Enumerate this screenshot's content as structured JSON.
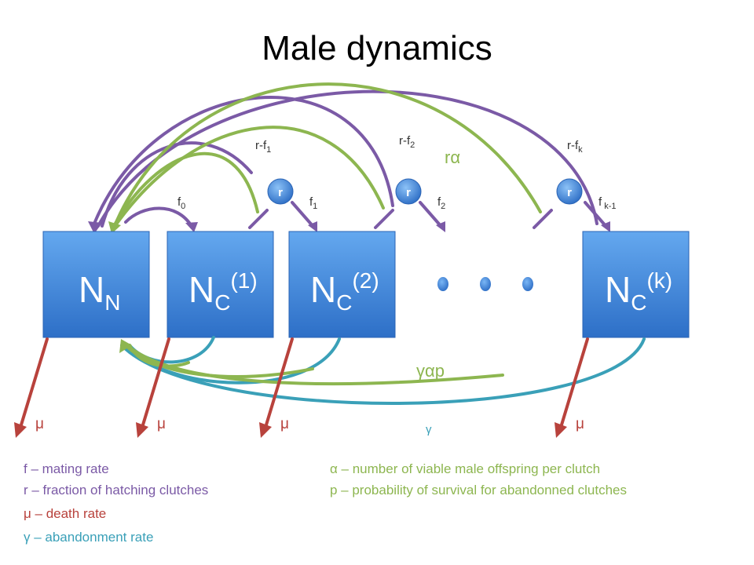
{
  "title": "Male dynamics",
  "colors": {
    "purple": "#7b5aa6",
    "green": "#8db650",
    "red": "#b8423c",
    "teal": "#3aa0b8",
    "box_top": "#5fa2ea",
    "box_bottom": "#2f72c9"
  },
  "boxes": {
    "nn": {
      "main": "N",
      "sub": "N",
      "sup": ""
    },
    "nc1": {
      "main": "N",
      "sub": "C",
      "sup": "(1)"
    },
    "nc2": {
      "main": "N",
      "sub": "C",
      "sup": "(2)"
    },
    "nck": {
      "main": "N",
      "sub": "C",
      "sup": "(k)"
    }
  },
  "r_circles": [
    "r",
    "r",
    "r"
  ],
  "labels": {
    "f0": {
      "base": "f",
      "sub": "0"
    },
    "f1": {
      "base": "f",
      "sub": "1"
    },
    "f2": {
      "base": "f",
      "sub": "2"
    },
    "fk1": {
      "base": "f",
      "sub": " k-1"
    },
    "rf1": {
      "base": "r-f",
      "sub": "1"
    },
    "rf2": {
      "base": "r-f",
      "sub": "2"
    },
    "rfk": {
      "base": "r-f",
      "sub": "k"
    },
    "ralpha": "rα",
    "gap": "γαp",
    "gamma": "γ",
    "mu": "μ"
  },
  "legend_left": [
    {
      "text": "f – mating rate",
      "color": "#7b5aa6"
    },
    {
      "text": "r – fraction of hatching clutches",
      "color": "#7b5aa6"
    },
    {
      "text": "μ – death rate",
      "color": "#b8423c"
    },
    {
      "text": "γ – abandonment rate",
      "color": "#3aa0b8"
    }
  ],
  "legend_right": [
    {
      "text": "α – number of viable male offspring per clutch",
      "color": "#8db650"
    },
    {
      "text": "p – probability of survival for abandonned clutches",
      "color": "#8db650"
    }
  ]
}
